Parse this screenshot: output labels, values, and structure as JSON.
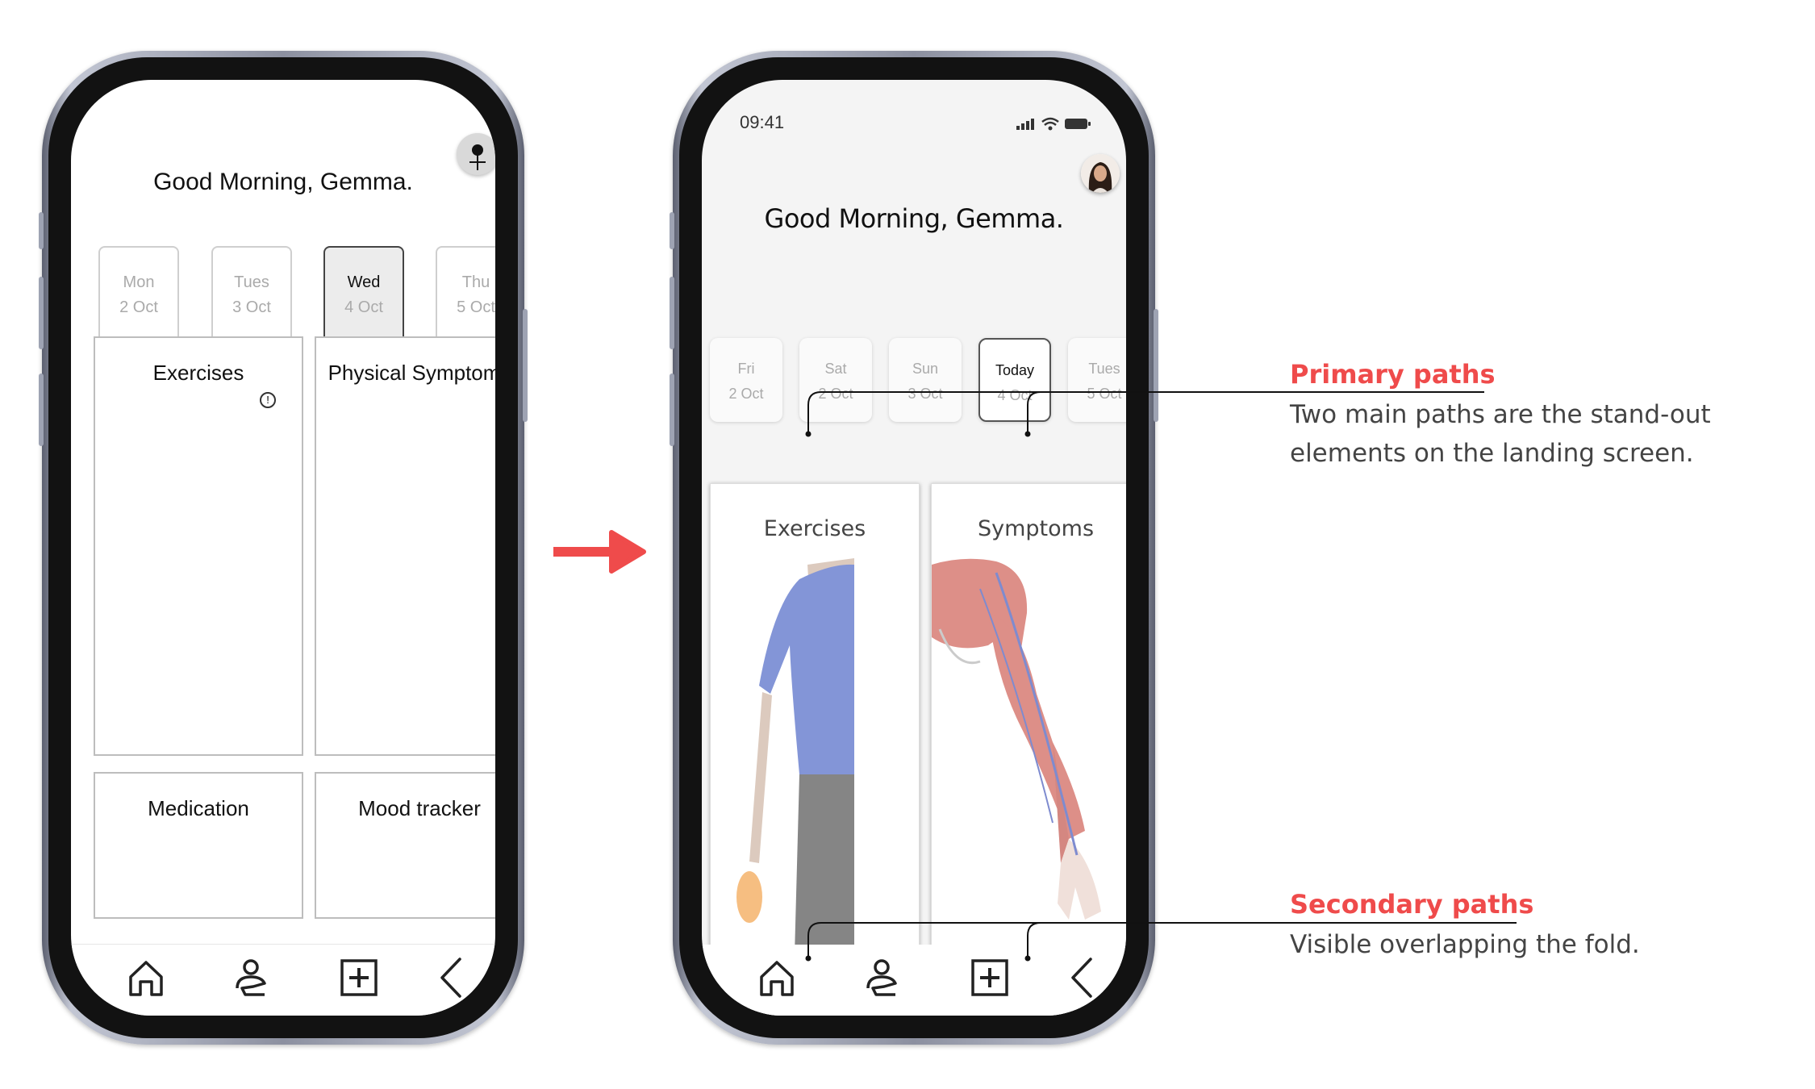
{
  "wireframe": {
    "greeting": "Good Morning, Gemma.",
    "days": [
      {
        "day": "Mon",
        "date": "2 Oct",
        "selected": false
      },
      {
        "day": "Tues",
        "date": "3 Oct",
        "selected": false
      },
      {
        "day": "Wed",
        "date": "4 Oct",
        "selected": true
      },
      {
        "day": "Thu",
        "date": "5 Oct",
        "selected": false
      }
    ],
    "tiles": {
      "exercises": "Exercises",
      "physical_symptoms": "Physical Symptoms",
      "medication": "Medication",
      "mood_tracker": "Mood tracker"
    },
    "info_glyph": "!"
  },
  "hifi": {
    "time": "09:41",
    "greeting": "Good Morning, Gemma.",
    "days": [
      {
        "day": "Fri",
        "date": "2 Oct",
        "selected": false
      },
      {
        "day": "Sat",
        "date": "2 Oct",
        "selected": false
      },
      {
        "day": "Sun",
        "date": "3 Oct",
        "selected": false
      },
      {
        "day": "Today",
        "date": "4 Oct",
        "selected": true
      },
      {
        "day": "Tues",
        "date": "5 Oct",
        "selected": false
      }
    ],
    "tiles": {
      "exercises": "Exercises",
      "symptoms": "Symptoms"
    }
  },
  "nav_icons": [
    "home-icon",
    "profile-icon",
    "add-icon",
    "back-icon"
  ],
  "annotations": {
    "primary_title": "Primary paths",
    "primary_body": "Two main paths are the stand-out elements on the landing screen.",
    "secondary_title": "Secondary paths",
    "secondary_body": "Visible overlapping the fold."
  },
  "colors": {
    "accent": "#ef4b4b",
    "frame": "#121212",
    "annotation_text": "#444444"
  }
}
